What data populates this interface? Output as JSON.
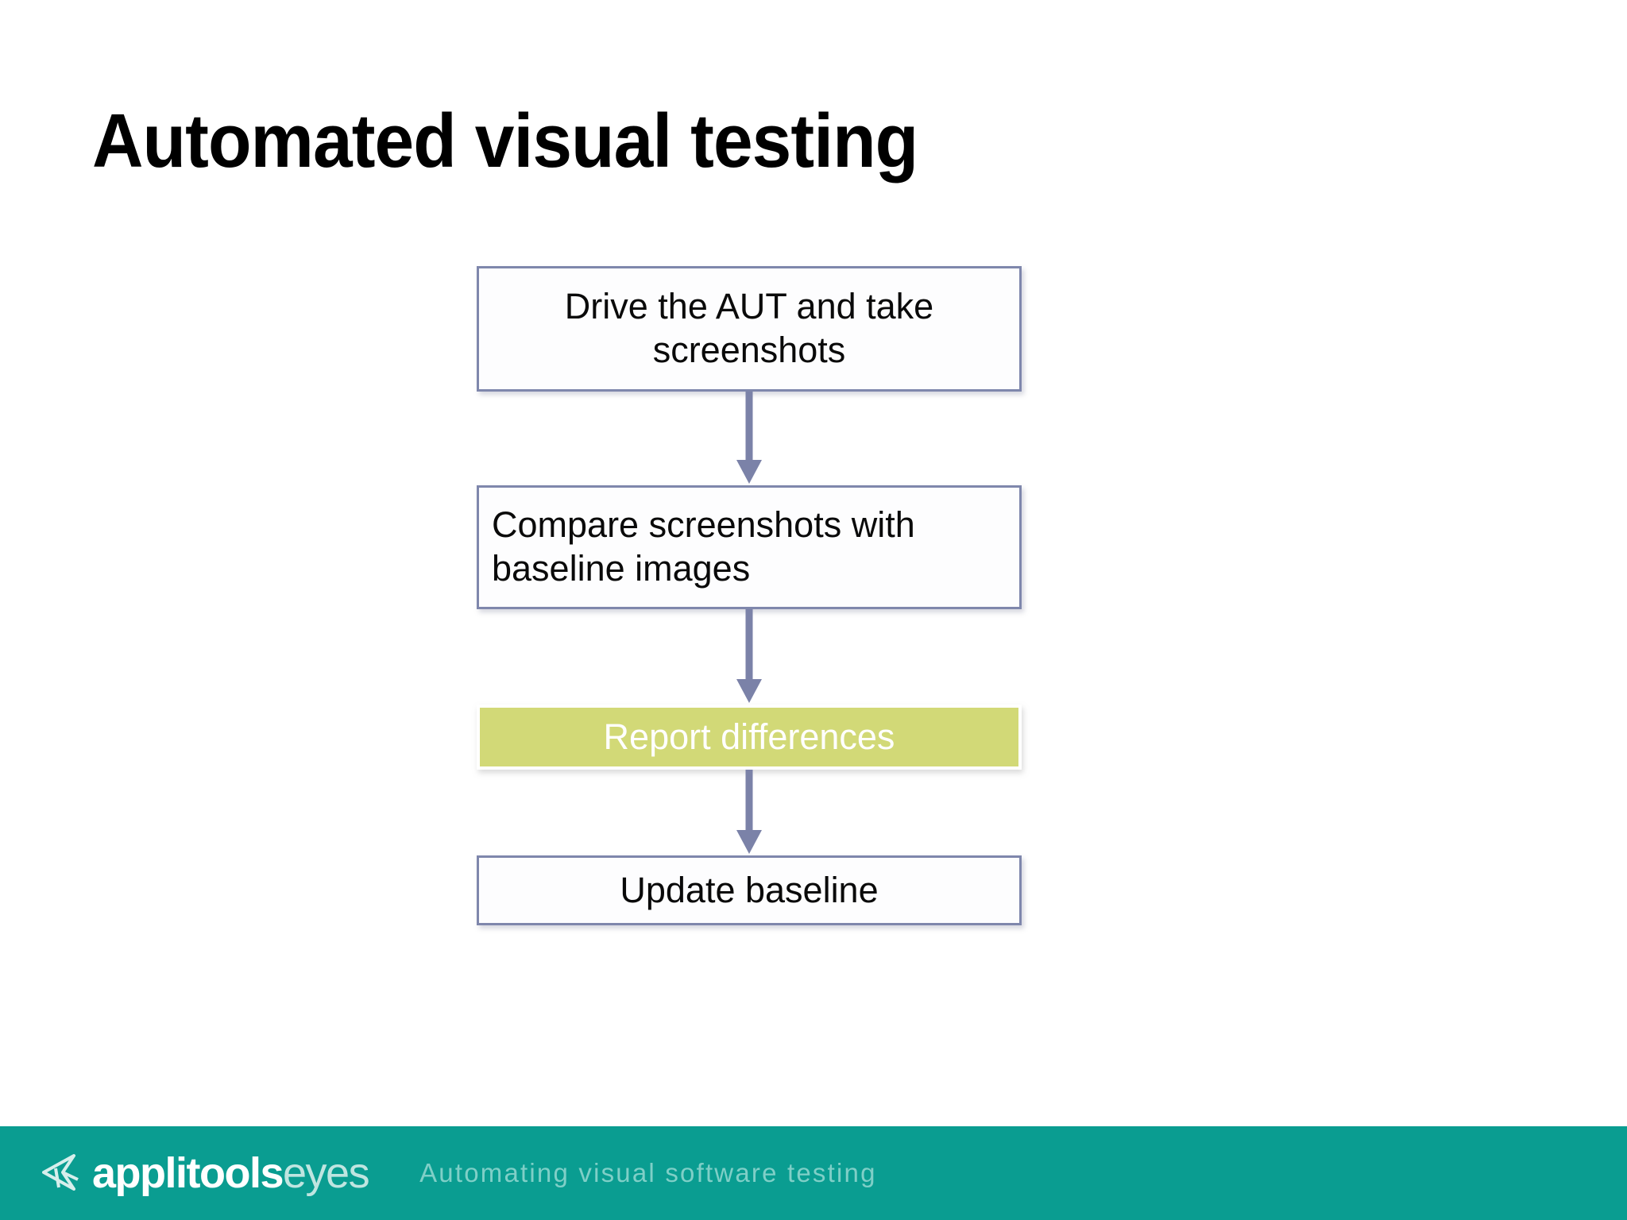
{
  "slide": {
    "title": "Automated visual testing",
    "background_color": "#ffffff"
  },
  "flowchart": {
    "box_border_color": "#7f87ac",
    "box_fill_color": "#fdfdfe",
    "highlight_fill_color": "#d2d977",
    "highlight_text_color": "#ffffff",
    "arrow_color": "#7b82a8",
    "steps": [
      {
        "id": "drive-aut",
        "label": "Drive the AUT and take\nscreenshots",
        "align": "center",
        "highlighted": false
      },
      {
        "id": "compare-screenshots",
        "label": "Compare screenshots with\nbaseline images",
        "align": "left",
        "highlighted": false
      },
      {
        "id": "report-differences",
        "label": "Report differences",
        "align": "center",
        "highlighted": true
      },
      {
        "id": "update-baseline",
        "label": "Update baseline",
        "align": "center",
        "highlighted": false
      }
    ]
  },
  "footer": {
    "background_color": "#0a9d91",
    "logo": {
      "mark_icon": "applitools-arrow-star-icon",
      "brand_primary": "applitools",
      "brand_secondary": "eyes"
    },
    "tagline": "Automating visual software testing",
    "tagline_color": "#7fcfc7"
  }
}
